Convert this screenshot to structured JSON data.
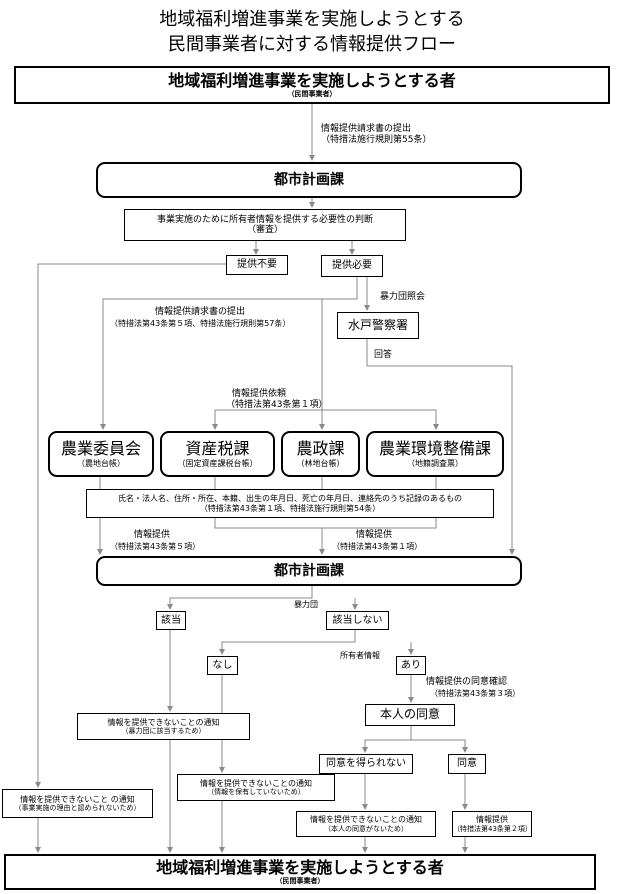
{
  "title": {
    "line1": "地域福利増進事業を実施しようとする",
    "line2": "民間事業者に対する情報提供フロー"
  },
  "top_box": {
    "label": "地域福利増進事業を実施しようとする者",
    "sub": "（民間事業者）"
  },
  "note_request1": {
    "line1": "情報提供請求書の提出",
    "line2": "（特措法施行規則第55条）"
  },
  "city_planning_1": "都市計画課",
  "judgement": {
    "line1": "事業実施のために所有者情報を提供する必要性の判断",
    "line2": "（審査）"
  },
  "not_needed": "提供不要",
  "needed": "提供必要",
  "gang_inquiry": "暴力団照会",
  "police": "水戸警察署",
  "answer": "回答",
  "note_request2": {
    "line1": "情報提供請求書の提出",
    "line2": "（特措法第43条第５項、特措法施行規則第57条）"
  },
  "note_info_request": {
    "line1": "情報提供依頼",
    "line2": "（特措法第43条第１項）"
  },
  "dept_boxes": [
    {
      "label": "農業委員会",
      "sub": "（農地台帳）"
    },
    {
      "label": "資産税課",
      "sub": "（固定資産課税台帳）"
    },
    {
      "label": "農政課",
      "sub": "（林地台帳）"
    },
    {
      "label": "農業環境整備課",
      "sub": "（地籍調査票）"
    }
  ],
  "owner_info": {
    "line1": "氏名・法人名、住所・所在、本籍、出生の年月日、死亡の年月日、連絡先のうち記録のあるもの",
    "line2": "（特措法第43条第１項、特措法施行規則第54条）"
  },
  "note_provide_left": {
    "line1": "情報提供",
    "line2": "（特措法第43条第５項）"
  },
  "note_provide_right": {
    "line1": "情報提供",
    "line2": "（特措法第43条第１項）"
  },
  "city_planning_2": "都市計画課",
  "gang_label": "暴力団",
  "applicable": "該当",
  "not_applicable": "該当しない",
  "owner_info_label": "所有者情報",
  "none": "なし",
  "exists": "あり",
  "note_consent": {
    "line1": "情報提供の同意確認",
    "line2": "（特措法第43条第３項）"
  },
  "consent": "本人の同意",
  "not_consented": "同意を得られない",
  "consented": "同意",
  "notice_gang": {
    "line1": "情報を提供できないことの通知",
    "line2": "（暴力団に該当するため）"
  },
  "notice_no_info": {
    "line1": "情報を提供できないことの通知",
    "line2": "（情報を保有していないため）"
  },
  "notice_no_need": {
    "line1": "情報を提供できないこと の通知",
    "line2": "（事業実施の理由と認められないため）"
  },
  "notice_no_consent": {
    "line1": "情報を提供できないことの通知",
    "line2": "（本人の同意がないため）"
  },
  "provide_info": {
    "line1": "情報提供",
    "line2": "（特措法第43条第２項）"
  },
  "bottom_box": {
    "label": "地域福利増進事業を実施しようとする者",
    "sub": "（民間事業者）"
  }
}
